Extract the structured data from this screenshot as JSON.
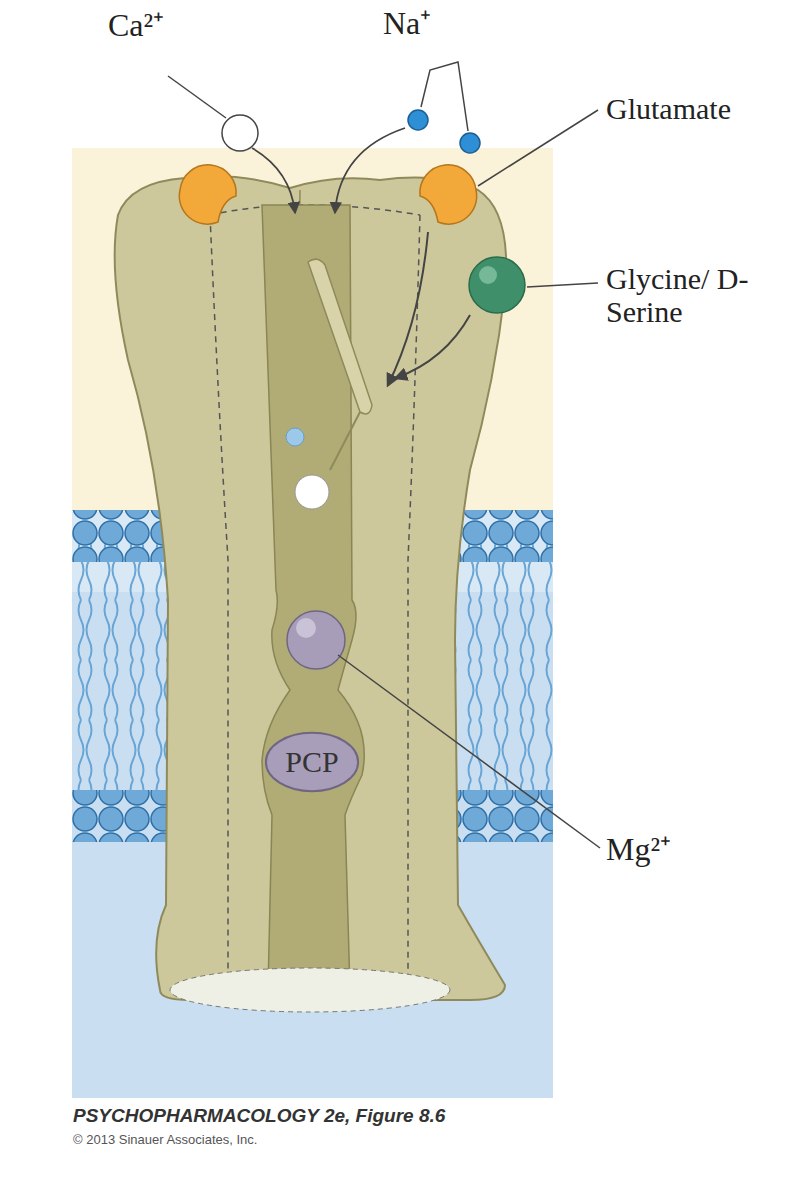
{
  "diagram": {
    "caption": "PSYCHOPHARMACOLOGY 2e, Figure 8.6",
    "nodes": [
      {
        "text": [
          "PCP"
        ]
      }
    ],
    "edges": [],
    "labels": [
      "Ca²⁺",
      "Na⁺",
      "Glutamate",
      "Glycine/ D-Serine",
      "Mg²⁺",
      "© 2013 Sinauer Associates, Inc."
    ]
  }
}
